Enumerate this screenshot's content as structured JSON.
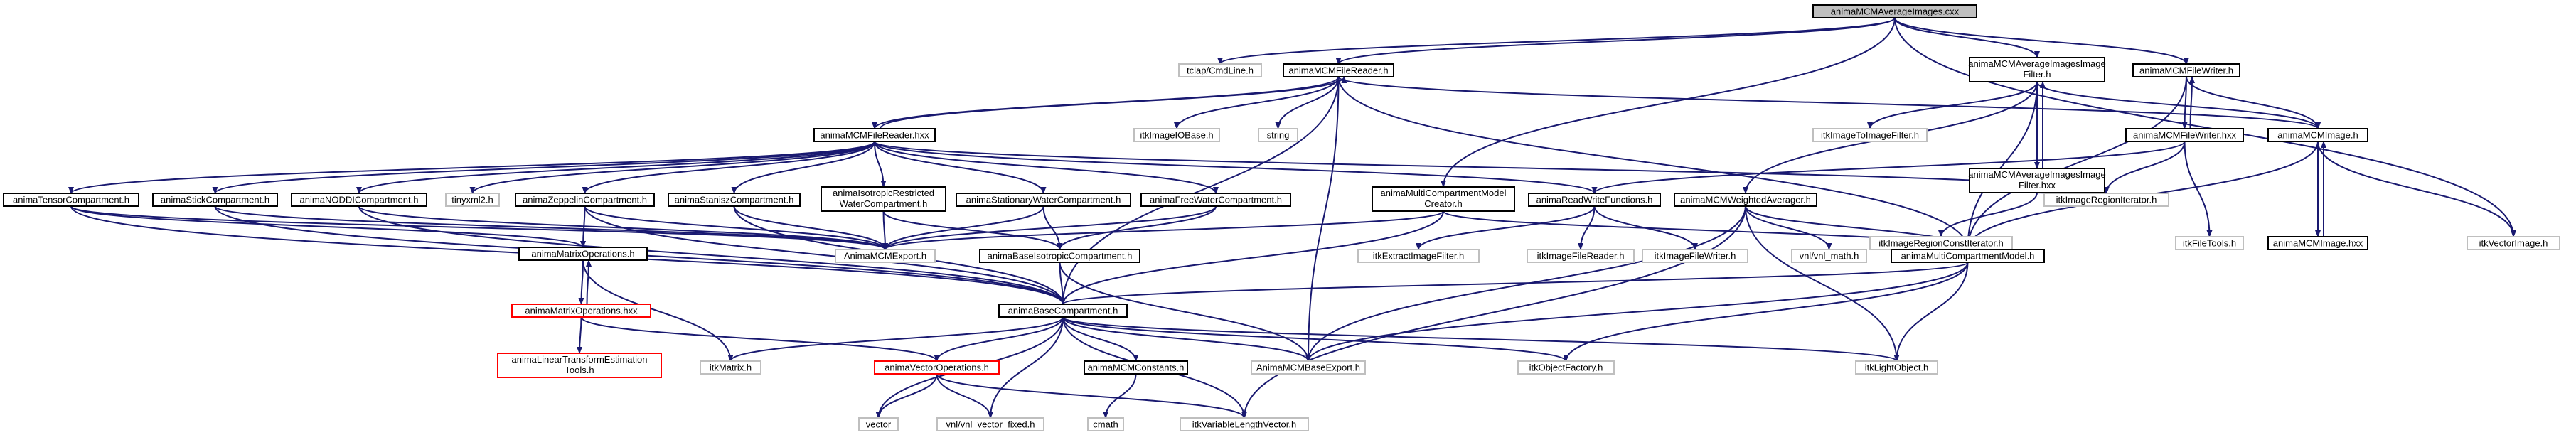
{
  "nodes": [
    {
      "id": "root",
      "lines": [
        "animaMCMAverageImages.cxx"
      ],
      "style": "root"
    },
    {
      "id": "tclap",
      "lines": [
        "tclap/CmdLine.h"
      ],
      "style": "ext"
    },
    {
      "id": "fileReaderH",
      "lines": [
        "animaMCMFileReader.h"
      ],
      "style": "std"
    },
    {
      "id": "avgFilterH",
      "lines": [
        "animaMCMAverageImagesImage",
        "Filter.h"
      ],
      "style": "std"
    },
    {
      "id": "fileWriterH",
      "lines": [
        "animaMCMFileWriter.h"
      ],
      "style": "std"
    },
    {
      "id": "fileReaderHxx",
      "lines": [
        "animaMCMFileReader.hxx"
      ],
      "style": "std"
    },
    {
      "id": "itkImageIOBase",
      "lines": [
        "itkImageIOBase.h"
      ],
      "style": "ext"
    },
    {
      "id": "string",
      "lines": [
        "string"
      ],
      "style": "ext"
    },
    {
      "id": "itkImageToImageFilter",
      "lines": [
        "itkImageToImageFilter.h"
      ],
      "style": "ext"
    },
    {
      "id": "avgFilterHxx",
      "lines": [
        "animaMCMAverageImagesImage",
        "Filter.hxx"
      ],
      "style": "std"
    },
    {
      "id": "fileWriterHxx",
      "lines": [
        "animaMCMFileWriter.hxx"
      ],
      "style": "std"
    },
    {
      "id": "mcmImageH",
      "lines": [
        "animaMCMImage.h"
      ],
      "style": "std"
    },
    {
      "id": "tensorComp",
      "lines": [
        "animaTensorCompartment.h"
      ],
      "style": "std"
    },
    {
      "id": "stickComp",
      "lines": [
        "animaStickCompartment.h"
      ],
      "style": "std"
    },
    {
      "id": "noddiComp",
      "lines": [
        "animaNODDICompartment.h"
      ],
      "style": "std"
    },
    {
      "id": "tinyxml",
      "lines": [
        "tinyxml2.h"
      ],
      "style": "ext"
    },
    {
      "id": "zeppelinComp",
      "lines": [
        "animaZeppelinCompartment.h"
      ],
      "style": "std"
    },
    {
      "id": "stanisz",
      "lines": [
        "animaStaniszCompartment.h"
      ],
      "style": "std"
    },
    {
      "id": "isoRestricted",
      "lines": [
        "animaIsotropicRestricted",
        "WaterCompartment.h"
      ],
      "style": "std"
    },
    {
      "id": "stationary",
      "lines": [
        "animaStationaryWaterCompartment.h"
      ],
      "style": "std"
    },
    {
      "id": "freeWater",
      "lines": [
        "animaFreeWaterCompartment.h"
      ],
      "style": "std"
    },
    {
      "id": "mcModelCreator",
      "lines": [
        "animaMultiCompartmentModel",
        "Creator.h"
      ],
      "style": "std"
    },
    {
      "id": "readWrite",
      "lines": [
        "animaReadWriteFunctions.h"
      ],
      "style": "std"
    },
    {
      "id": "weightedAvg",
      "lines": [
        "animaMCMWeightedAverager.h"
      ],
      "style": "std"
    },
    {
      "id": "itkRegionConstIter",
      "lines": [
        "itkImageRegionConstIterator.h"
      ],
      "style": "ext"
    },
    {
      "id": "itkRegionIter",
      "lines": [
        "itkImageRegionIterator.h"
      ],
      "style": "ext"
    },
    {
      "id": "itkFileTools",
      "lines": [
        "itkFileTools.h"
      ],
      "style": "ext"
    },
    {
      "id": "mcmImageHxx",
      "lines": [
        "animaMCMImage.hxx"
      ],
      "style": "std"
    },
    {
      "id": "itkVectorImage",
      "lines": [
        "itkVectorImage.h"
      ],
      "style": "ext"
    },
    {
      "id": "matrixOps",
      "lines": [
        "animaMatrixOperations.h"
      ],
      "style": "std"
    },
    {
      "id": "mcmExport",
      "lines": [
        "AnimaMCMExport.h"
      ],
      "style": "ext"
    },
    {
      "id": "baseIsoComp",
      "lines": [
        "animaBaseIsotropicCompartment.h"
      ],
      "style": "std"
    },
    {
      "id": "itkExtract",
      "lines": [
        "itkExtractImageFilter.h"
      ],
      "style": "ext"
    },
    {
      "id": "itkImageFileReader",
      "lines": [
        "itkImageFileReader.h"
      ],
      "style": "ext"
    },
    {
      "id": "itkImageFileWriter",
      "lines": [
        "itkImageFileWriter.h"
      ],
      "style": "ext"
    },
    {
      "id": "vnlMath",
      "lines": [
        "vnl/vnl_math.h"
      ],
      "style": "ext"
    },
    {
      "id": "mcModel",
      "lines": [
        "animaMultiCompartmentModel.h"
      ],
      "style": "std"
    },
    {
      "id": "matrixOpsHxx",
      "lines": [
        "animaMatrixOperations.hxx"
      ],
      "style": "red"
    },
    {
      "id": "baseComp",
      "lines": [
        "animaBaseCompartment.h"
      ],
      "style": "std"
    },
    {
      "id": "linearTransform",
      "lines": [
        "animaLinearTransformEstimation",
        "Tools.h"
      ],
      "style": "red"
    },
    {
      "id": "itkMatrix",
      "lines": [
        "itkMatrix.h"
      ],
      "style": "ext"
    },
    {
      "id": "vectorOps",
      "lines": [
        "animaVectorOperations.h"
      ],
      "style": "red"
    },
    {
      "id": "mcmConstants",
      "lines": [
        "animaMCMConstants.h"
      ],
      "style": "std"
    },
    {
      "id": "mcmBaseExport",
      "lines": [
        "AnimaMCMBaseExport.h"
      ],
      "style": "ext"
    },
    {
      "id": "itkObjectFactory",
      "lines": [
        "itkObjectFactory.h"
      ],
      "style": "ext"
    },
    {
      "id": "itkLightObject",
      "lines": [
        "itkLightObject.h"
      ],
      "style": "ext"
    },
    {
      "id": "vector",
      "lines": [
        "vector"
      ],
      "style": "ext"
    },
    {
      "id": "vnlVectorFixed",
      "lines": [
        "vnl/vnl_vector_fixed.h"
      ],
      "style": "ext"
    },
    {
      "id": "cmath",
      "lines": [
        "cmath"
      ],
      "style": "ext"
    },
    {
      "id": "itkVarLenVector",
      "lines": [
        "itkVariableLengthVector.h"
      ],
      "style": "ext"
    }
  ],
  "edges": [
    [
      "root",
      "tclap"
    ],
    [
      "root",
      "fileReaderH"
    ],
    [
      "root",
      "avgFilterH"
    ],
    [
      "root",
      "fileWriterH"
    ],
    [
      "root",
      "itkVectorImage"
    ],
    [
      "root",
      "mcModelCreator"
    ],
    [
      "fileReaderH",
      "fileReaderHxx"
    ],
    [
      "fileReaderH",
      "itkImageIOBase"
    ],
    [
      "fileReaderH",
      "string"
    ],
    [
      "fileReaderH",
      "mcmImageH"
    ],
    [
      "fileReaderH",
      "mcModel"
    ],
    [
      "fileReaderH",
      "baseComp"
    ],
    [
      "fileReaderH",
      "mcmBaseExport"
    ],
    [
      "fileReaderHxx",
      "fileReaderH"
    ],
    [
      "fileReaderHxx",
      "tensorComp"
    ],
    [
      "fileReaderHxx",
      "stickComp"
    ],
    [
      "fileReaderHxx",
      "noddiComp"
    ],
    [
      "fileReaderHxx",
      "tinyxml"
    ],
    [
      "fileReaderHxx",
      "zeppelinComp"
    ],
    [
      "fileReaderHxx",
      "stanisz"
    ],
    [
      "fileReaderHxx",
      "isoRestricted"
    ],
    [
      "fileReaderHxx",
      "stationary"
    ],
    [
      "fileReaderHxx",
      "freeWater"
    ],
    [
      "fileReaderHxx",
      "readWrite"
    ],
    [
      "fileReaderHxx",
      "itkRegionIter"
    ],
    [
      "avgFilterH",
      "itkImageToImageFilter"
    ],
    [
      "avgFilterH",
      "avgFilterHxx"
    ],
    [
      "avgFilterH",
      "mcmImageH"
    ],
    [
      "avgFilterH",
      "weightedAvg"
    ],
    [
      "avgFilterH",
      "mcModel"
    ],
    [
      "avgFilterHxx",
      "avgFilterH"
    ],
    [
      "avgFilterHxx",
      "itkRegionConstIter"
    ],
    [
      "avgFilterHxx",
      "itkRegionIter"
    ],
    [
      "fileWriterH",
      "fileWriterHxx"
    ],
    [
      "fileWriterH",
      "mcmImageH"
    ],
    [
      "fileWriterH",
      "mcModel"
    ],
    [
      "fileWriterHxx",
      "fileWriterH"
    ],
    [
      "fileWriterHxx",
      "readWrite"
    ],
    [
      "fileWriterHxx",
      "itkRegionIter"
    ],
    [
      "fileWriterHxx",
      "itkFileTools"
    ],
    [
      "mcmImageH",
      "mcmImageHxx"
    ],
    [
      "mcmImageH",
      "itkVectorImage"
    ],
    [
      "mcmImageH",
      "mcModel"
    ],
    [
      "mcmImageHxx",
      "mcmImageH"
    ],
    [
      "tensorComp",
      "matrixOps"
    ],
    [
      "tensorComp",
      "mcmExport"
    ],
    [
      "tensorComp",
      "baseComp"
    ],
    [
      "stickComp",
      "mcmExport"
    ],
    [
      "stickComp",
      "baseComp"
    ],
    [
      "noddiComp",
      "mcmExport"
    ],
    [
      "noddiComp",
      "baseComp"
    ],
    [
      "zeppelinComp",
      "matrixOps"
    ],
    [
      "zeppelinComp",
      "mcmExport"
    ],
    [
      "zeppelinComp",
      "baseComp"
    ],
    [
      "stanisz",
      "mcmExport"
    ],
    [
      "stanisz",
      "baseComp"
    ],
    [
      "isoRestricted",
      "mcmExport"
    ],
    [
      "isoRestricted",
      "baseIsoComp"
    ],
    [
      "stationary",
      "mcmExport"
    ],
    [
      "stationary",
      "baseIsoComp"
    ],
    [
      "freeWater",
      "mcmExport"
    ],
    [
      "freeWater",
      "baseIsoComp"
    ],
    [
      "mcModelCreator",
      "mcmExport"
    ],
    [
      "mcModelCreator",
      "baseComp"
    ],
    [
      "mcModelCreator",
      "mcModel"
    ],
    [
      "readWrite",
      "itkExtract"
    ],
    [
      "readWrite",
      "itkImageFileReader"
    ],
    [
      "readWrite",
      "itkImageFileWriter"
    ],
    [
      "weightedAvg",
      "vnlMath"
    ],
    [
      "weightedAvg",
      "mcModel"
    ],
    [
      "weightedAvg",
      "mcmBaseExport"
    ],
    [
      "weightedAvg",
      "itkLightObject"
    ],
    [
      "weightedAvg",
      "itkVarLenVector"
    ],
    [
      "matrixOps",
      "matrixOpsHxx"
    ],
    [
      "matrixOps",
      "itkMatrix"
    ],
    [
      "matrixOpsHxx",
      "matrixOps"
    ],
    [
      "matrixOpsHxx",
      "linearTransform"
    ],
    [
      "matrixOpsHxx",
      "vectorOps"
    ],
    [
      "baseIsoComp",
      "baseComp"
    ],
    [
      "baseIsoComp",
      "mcmBaseExport"
    ],
    [
      "mcModel",
      "baseComp"
    ],
    [
      "mcModel",
      "mcmBaseExport"
    ],
    [
      "mcModel",
      "itkObjectFactory"
    ],
    [
      "mcModel",
      "itkLightObject"
    ],
    [
      "baseComp",
      "mcmConstants"
    ],
    [
      "baseComp",
      "mcmBaseExport"
    ],
    [
      "baseComp",
      "itkObjectFactory"
    ],
    [
      "baseComp",
      "itkLightObject"
    ],
    [
      "baseComp",
      "itkMatrix"
    ],
    [
      "baseComp",
      "vectorOps"
    ],
    [
      "baseComp",
      "vector"
    ],
    [
      "baseComp",
      "vnlVectorFixed"
    ],
    [
      "baseComp",
      "itkVarLenVector"
    ],
    [
      "vectorOps",
      "vector"
    ],
    [
      "vectorOps",
      "vnlVectorFixed"
    ],
    [
      "vectorOps",
      "itkVarLenVector"
    ],
    [
      "mcmConstants",
      "cmath"
    ]
  ],
  "colors": {
    "edge": "#191970",
    "root_fill": "#bfbfbf",
    "std_border": "#000000",
    "ext_border": "#bfbfbf",
    "red_border": "#ff0000",
    "text": "#000000"
  }
}
